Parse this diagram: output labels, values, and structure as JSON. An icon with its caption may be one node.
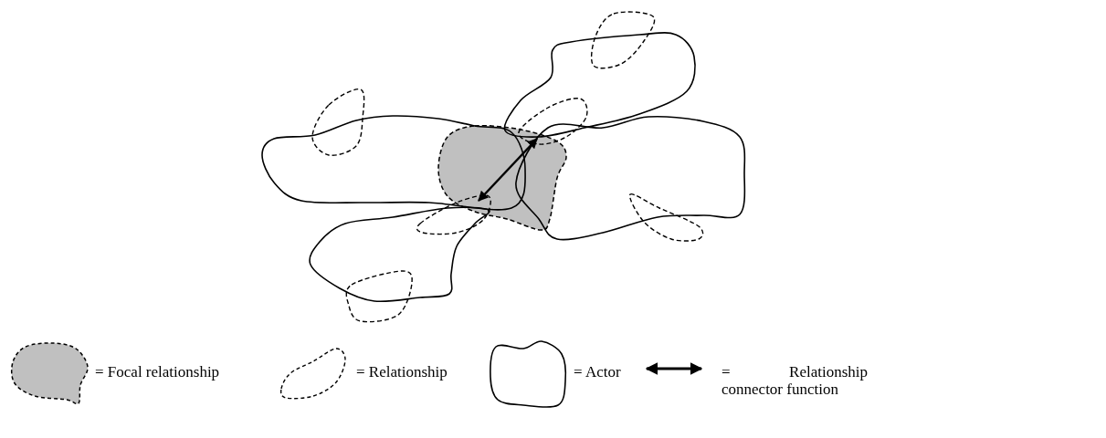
{
  "diagram": {
    "legend": [
      {
        "text": "= Focal relationship"
      },
      {
        "text": "= Relationship"
      },
      {
        "text": "= Actor"
      },
      {
        "text": "= Relationship connector function"
      }
    ]
  }
}
